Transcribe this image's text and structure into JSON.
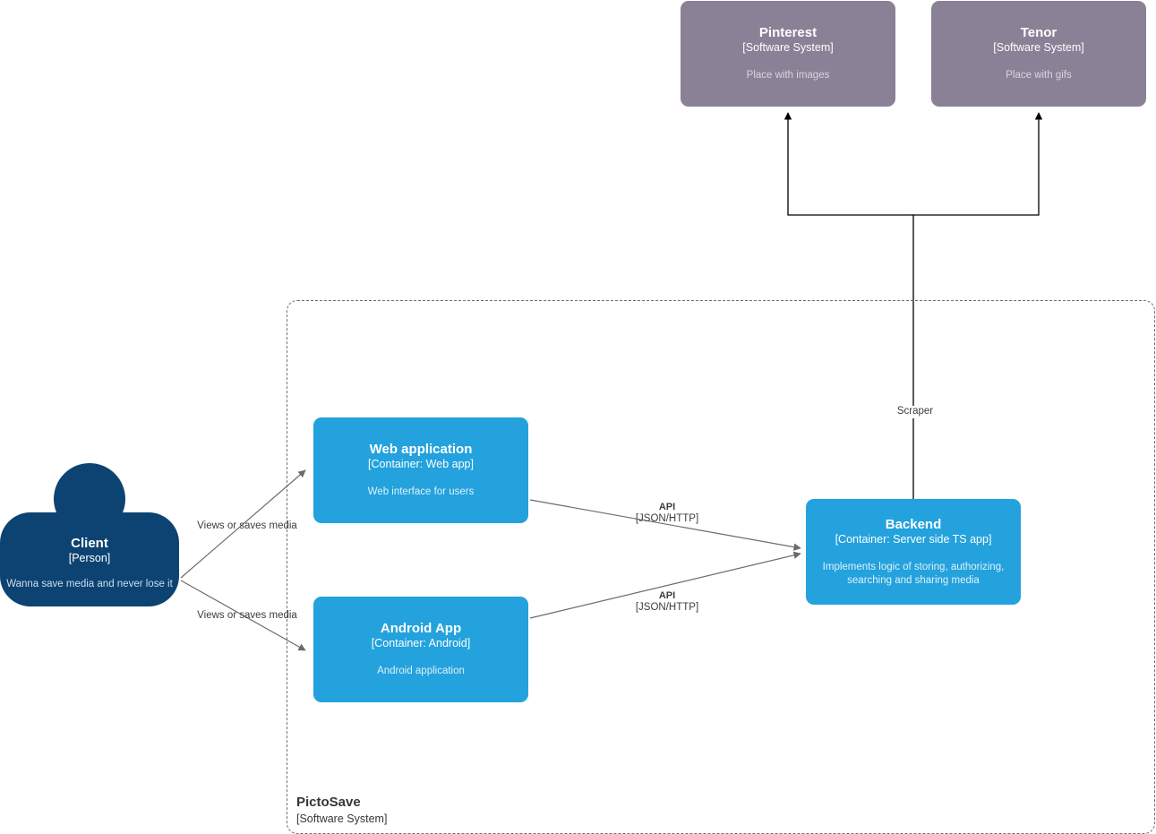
{
  "diagram": {
    "kind": "C4 Container diagram",
    "background": "#ffffff",
    "colors": {
      "software_system": "#8A8196",
      "container": "#23A2DD",
      "person": "#0D4372",
      "edge_gray": "#707070",
      "edge_black": "#000000",
      "boundary_dash": "#707070"
    }
  },
  "external_systems": [
    {
      "id": "pinterest",
      "title": "Pinterest",
      "type": "[Software System]",
      "description": "Place with images"
    },
    {
      "id": "tenor",
      "title": "Tenor",
      "type": "[Software System]",
      "description": "Place with gifs"
    }
  ],
  "person": {
    "id": "client",
    "title": "Client",
    "type": "[Person]",
    "description": "Wanna save media and never lose it"
  },
  "boundary": {
    "id": "pictosave",
    "title": "PictoSave",
    "type": "[Software System]"
  },
  "containers": [
    {
      "id": "web-application",
      "title": "Web application",
      "type": "[Container: Web app]",
      "description": "Web interface for users"
    },
    {
      "id": "android-app",
      "title": "Android App",
      "type": "[Container: Android]",
      "description": "Android application"
    },
    {
      "id": "backend",
      "title": "Backend",
      "type": "[Container: Server side TS app]",
      "description": "Implements logic of storing, authorizing, searching and sharing media"
    }
  ],
  "relationships": [
    {
      "id": "client-to-web",
      "from": "client",
      "to": "web-application",
      "name": "Views or saves media",
      "tech": ""
    },
    {
      "id": "client-to-android",
      "from": "client",
      "to": "android-app",
      "name": "Views or saves media",
      "tech": ""
    },
    {
      "id": "web-to-backend",
      "from": "web-application",
      "to": "backend",
      "name": "API",
      "tech": "[JSON/HTTP]"
    },
    {
      "id": "android-to-backend",
      "from": "android-app",
      "to": "backend",
      "name": "API",
      "tech": "[JSON/HTTP]"
    },
    {
      "id": "backend-to-externals",
      "from": "backend",
      "to": "pinterest, tenor",
      "name": "Scraper",
      "tech": ""
    }
  ]
}
